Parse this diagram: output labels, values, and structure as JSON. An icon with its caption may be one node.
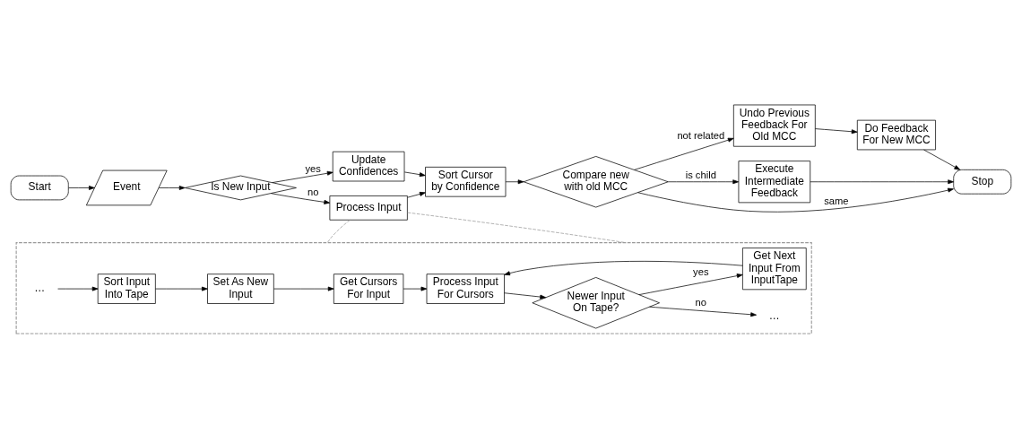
{
  "diagram": {
    "nodes": [
      {
        "text": [
          "Start"
        ]
      },
      {
        "text": [
          "Event"
        ]
      },
      {
        "text": [
          "Is New Input"
        ]
      },
      {
        "text": [
          "Update Confidences"
        ]
      },
      {
        "text": [
          "Process Input"
        ]
      },
      {
        "text": [
          "Sort Cursor by Confidence"
        ]
      },
      {
        "text": [
          "Compare new with old MCC"
        ]
      },
      {
        "text": [
          "Undo Previous Feedback For Old MCC"
        ]
      },
      {
        "text": [
          "Do Feedback For New MCC"
        ]
      },
      {
        "text": [
          "Execute Intermediate Feedback"
        ]
      },
      {
        "text": [
          "Stop"
        ]
      },
      {
        "text": [],
        "shape": "box"
      },
      {
        "text": [
          "…"
        ],
        "in": 11
      },
      {
        "text": [
          "Sort Input Into Tape"
        ],
        "in": 11
      },
      {
        "text": [
          "Set As New Input"
        ],
        "in": 11
      },
      {
        "text": [
          "Get Cursors For Input"
        ],
        "in": 11
      },
      {
        "text": [
          "Process Input For Cursors"
        ],
        "in": 11
      },
      {
        "text": [
          "Newer Input On Tape?"
        ],
        "in": 11
      },
      {
        "text": [
          "…"
        ],
        "in": 11
      },
      {
        "text": [
          "Get Next Input From InputTape"
        ],
        "in": 11
      }
    ],
    "edges": [
      {
        "from": 0,
        "to": 1,
        "arrow": "to"
      },
      {
        "from": 1,
        "to": 2,
        "arrow": "to"
      },
      {
        "from": 2,
        "to": 3,
        "arrow": "to",
        "label": "yes"
      },
      {
        "from": 2,
        "to": 4,
        "arrow": "to",
        "label": "no"
      },
      {
        "from": 3,
        "to": 5,
        "arrow": "to"
      },
      {
        "from": 4,
        "to": 5,
        "arrow": "to"
      },
      {
        "from": 5,
        "to": 6,
        "arrow": "to"
      },
      {
        "from": 6,
        "to": 7,
        "arrow": "to",
        "label": "not related"
      },
      {
        "from": 7,
        "to": 8,
        "arrow": "to"
      },
      {
        "from": 8,
        "to": 10,
        "arrow": "to"
      },
      {
        "from": 6,
        "to": 10,
        "arrow": "to",
        "label": "same"
      },
      {
        "from": 6,
        "to": 9,
        "arrow": "to",
        "label": "is child"
      },
      {
        "from": 9,
        "to": 10,
        "arrow": "to"
      },
      {
        "from": 4,
        "to": 11,
        "arrow": "none",
        "style": "dashed",
        "color": "#999999"
      },
      {
        "from": 4,
        "to": 11,
        "arrow": "none",
        "style": "dashed",
        "color": "#999999"
      },
      {
        "from": 12,
        "to": 13,
        "arrow": "to"
      },
      {
        "from": 13,
        "to": 14,
        "arrow": "to"
      },
      {
        "from": 14,
        "to": 15,
        "arrow": "to"
      },
      {
        "from": 15,
        "to": 16,
        "arrow": "to"
      },
      {
        "from": 16,
        "to": 17,
        "arrow": "to"
      },
      {
        "from": 17,
        "to": 18,
        "arrow": "to",
        "label": "no"
      },
      {
        "from": 17,
        "to": 19,
        "arrow": "to",
        "label": "yes"
      },
      {
        "from": 19,
        "to": 16,
        "arrow": "to"
      }
    ]
  }
}
